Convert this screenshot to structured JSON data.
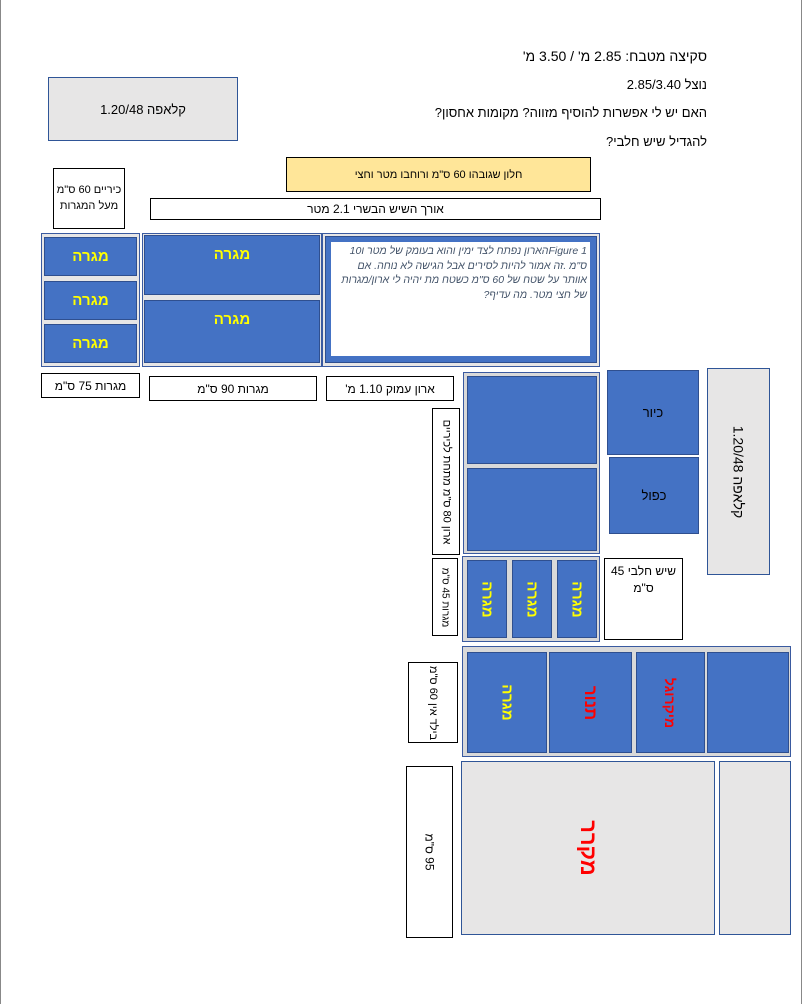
{
  "header": {
    "line1": "סקיצה מטבח: 2.85 מ' / 3.50 מ'",
    "line2": "נוצל 2.85/3.40",
    "line3": "האם יש לי אפשרות להוסיף מזווה? מקומות אחסון?",
    "line4": "להגדיל שיש חלבי?"
  },
  "pantry_top": "קלאפה 1.20/48",
  "walls_note": "כיריים 60 ס\"מ מעל המגרות",
  "window": "חלון שגובהו 60 ס\"מ ורוחבו מטר וחצי",
  "counter_length": "אורך השיש הבשרי 2.1 מטר",
  "drawer_label": "מגרה",
  "figure_caption": "Figure 1הארון נפתח לצד ימין והוא בעומק של מטר ו10 ס\"מ .זה אמור להיות לסירים אבל הגישה לא נוחה. אם אוותר על שטח של 60 ס\"מ כשטח מת יהיה לי ארון/מגרות של חצי מטר. מה עדיף?",
  "labels": {
    "drawers_75": "מגרות 75 ס\"מ",
    "drawers_90": "מגרות 90 ס\"מ",
    "cabinet_depth": "ארון עמוק 1.10 מ'",
    "cabinet_80": "ארון 80 ס\"מ מתחת לכיריים",
    "drawers_45": "מגרות 45 ס\"מ",
    "dairy_counter": "שיש חלבי 45 ס\"מ",
    "oven_60": "בילד אין 60 ס\"מ",
    "size_95": "95 ס\"מ"
  },
  "sink": "כיור",
  "double": "כפול",
  "pantry_side": "קלאפה 1.20/48",
  "bottom_row": {
    "drawer": "מגרה",
    "oven": "תנור",
    "microwave": "מיקרוגל",
    "fridge": "מקרר"
  },
  "colors": {
    "blue": "#4472c4",
    "yellow_text": "#ffff00",
    "red_text": "#ff0000",
    "grey": "#e7e6e6",
    "window_fill": "#ffe699"
  }
}
